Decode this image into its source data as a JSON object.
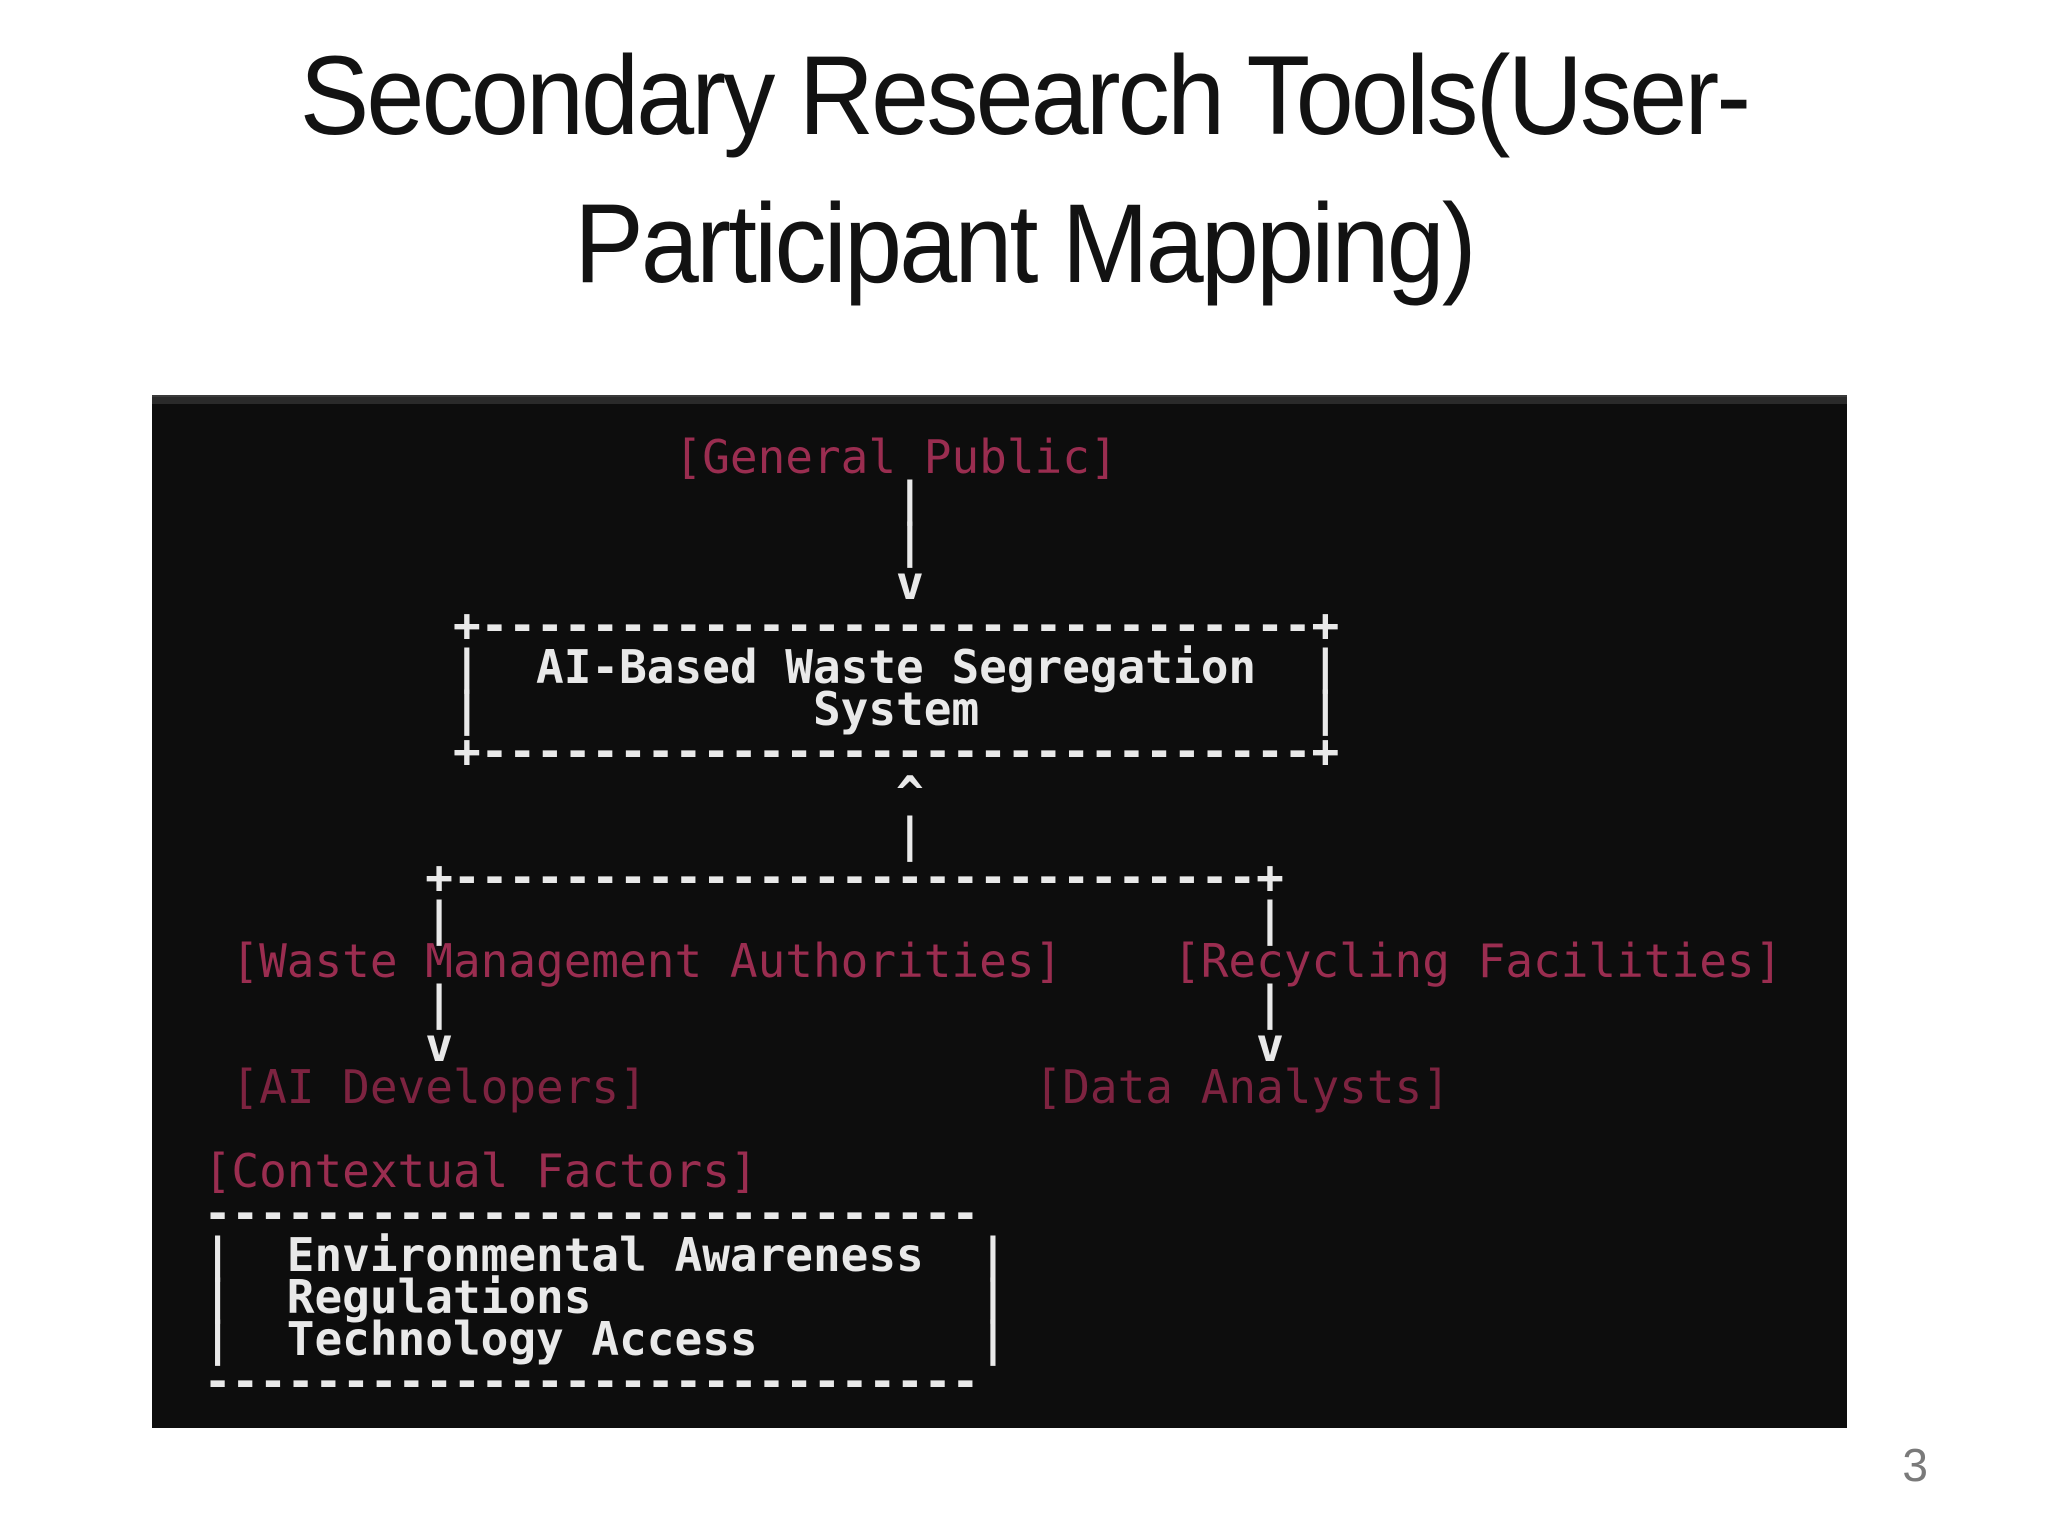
{
  "slide": {
    "title_line1": "Secondary Research Tools(User-",
    "title_line2": "Participant Mapping)",
    "page_number": "3"
  },
  "colors": {
    "accent_bright": "#9a2d50",
    "accent_dim": "#7d2340",
    "terminal_text": "#e9e9e9",
    "terminal_bg": "#0d0d0d",
    "terminal_topbar": "#2a2a2a",
    "title_color": "#121212",
    "page_number_color": "#7a7a7a"
  },
  "diagram": {
    "lines": [
      {
        "text": "                  [General Public]",
        "color": "accent_bright",
        "name": "node-general-public"
      },
      {
        "text": "                          |",
        "color": "terminal_text",
        "name": "connector"
      },
      {
        "text": "                          |",
        "color": "terminal_text",
        "name": "connector"
      },
      {
        "text": "                          v",
        "color": "terminal_text",
        "name": "arrow-down"
      },
      {
        "text": "          +------------------------------+",
        "color": "terminal_text",
        "name": "box-top"
      },
      {
        "text": "          |  AI-Based Waste Segregation  |",
        "color": "terminal_text",
        "name": "node-ai-system-line1"
      },
      {
        "text": "          |            System            |",
        "color": "terminal_text",
        "name": "node-ai-system-line2"
      },
      {
        "text": "          +------------------------------+",
        "color": "terminal_text",
        "name": "box-bottom"
      },
      {
        "text": "                          ^",
        "color": "terminal_text",
        "name": "arrow-up"
      },
      {
        "text": "                          |",
        "color": "terminal_text",
        "name": "connector"
      },
      {
        "text": "         +-----------------------------+",
        "color": "terminal_text",
        "name": "branch-bar"
      },
      {
        "text": "         |                             |",
        "color": "terminal_text",
        "name": "connector"
      },
      {
        "text": "  [Waste Management Authorities]    [Recycling Facilities]",
        "color": "accent_bright",
        "name": "nodes-authorities-facilities"
      },
      {
        "text": "         |                             |",
        "color": "terminal_text",
        "name": "connector"
      },
      {
        "text": "         v                             v",
        "color": "terminal_text",
        "name": "arrows-down"
      },
      {
        "text": "  [AI Developers]              [Data Analysts]",
        "color": "accent_dim",
        "name": "nodes-developers-analysts"
      },
      {
        "text": "",
        "color": "terminal_text",
        "name": "blank"
      },
      {
        "text": " [Contextual Factors]",
        "color": "accent_bright",
        "name": "node-contextual-factors"
      },
      {
        "text": " ----------------------------",
        "color": "terminal_text",
        "name": "factors-box-top"
      },
      {
        "text": " |  Environmental Awareness  |",
        "color": "terminal_text",
        "name": "factor-environmental-awareness"
      },
      {
        "text": " |  Regulations              |",
        "color": "terminal_text",
        "name": "factor-regulations"
      },
      {
        "text": " |  Technology Access        |",
        "color": "terminal_text",
        "name": "factor-technology-access"
      },
      {
        "text": " ----------------------------",
        "color": "terminal_text",
        "name": "factors-box-bottom"
      }
    ]
  }
}
